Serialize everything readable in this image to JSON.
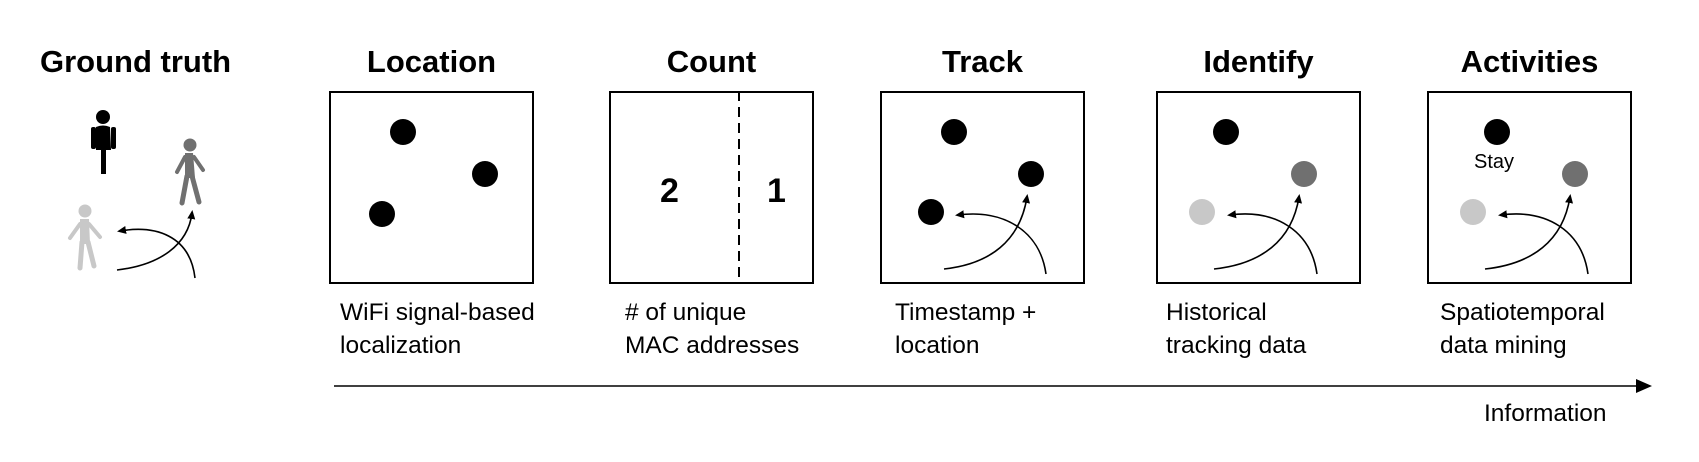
{
  "ground_truth": {
    "title": "Ground truth"
  },
  "panels": [
    {
      "title": "Location",
      "caption": [
        "WiFi signal-based",
        "localization"
      ]
    },
    {
      "title": "Count",
      "caption": [
        "# of unique",
        "MAC addresses"
      ],
      "left_count": "2",
      "right_count": "1"
    },
    {
      "title": "Track",
      "caption": [
        "Timestamp +",
        "location"
      ]
    },
    {
      "title": "Identify",
      "caption": [
        "Historical",
        "tracking data"
      ]
    },
    {
      "title": "Activities",
      "caption": [
        "Spatiotemporal",
        "data mining"
      ],
      "annotation": "Stay"
    }
  ],
  "axis": {
    "label": "Information"
  },
  "colors": {
    "person_1": "#000000",
    "person_2": "#707070",
    "person_3": "#c8c8c8"
  }
}
